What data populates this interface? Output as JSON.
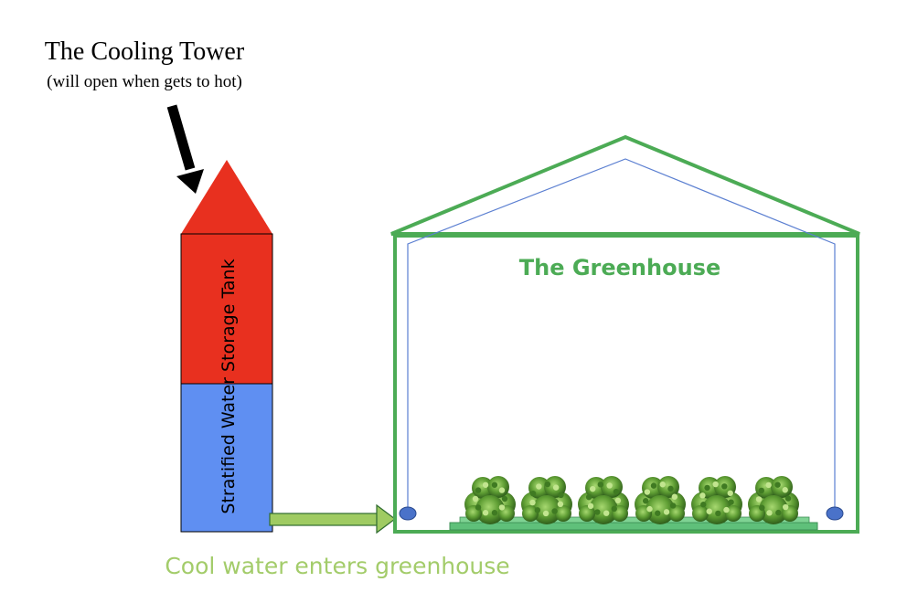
{
  "cooling_tower": {
    "title": "The Cooling Tower",
    "subtitle": "(will open when gets to hot)"
  },
  "tank": {
    "label": "Stratified Water Storage Tank",
    "hot_color": "#e8301f",
    "cold_color": "#5f8ff2"
  },
  "greenhouse": {
    "label": "The Greenhouse",
    "outline_color": "#4cab55",
    "pipe_color": "#5b7fd1"
  },
  "flow_label": "Cool water enters greenhouse",
  "flow_arrow_color": "#9fcb62",
  "plants": [
    "shrub",
    "shrub",
    "shrub",
    "shrub",
    "shrub",
    "shrub"
  ]
}
